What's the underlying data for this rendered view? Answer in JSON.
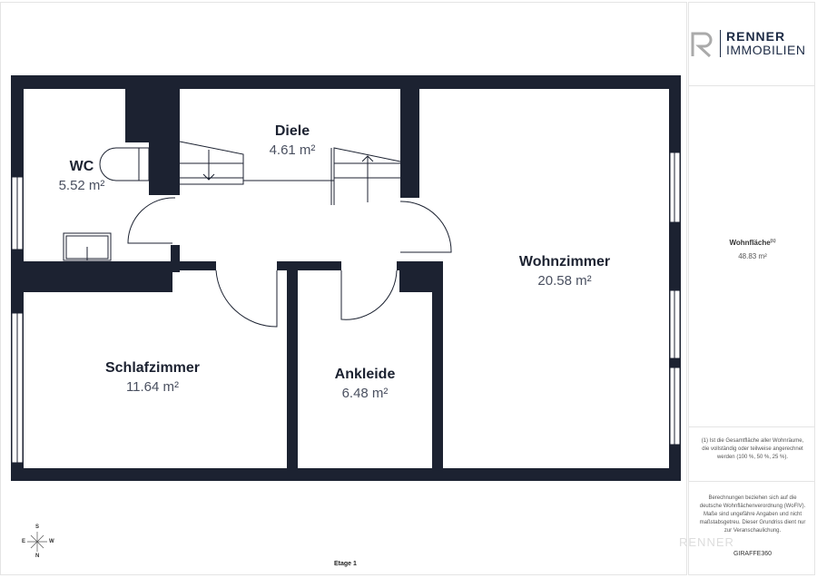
{
  "logo": {
    "line1": "RENNER",
    "line2": "IMMOBILIEN"
  },
  "summary": {
    "label": "Wohnfläche",
    "footnote_mark": "(1)",
    "value": "48.83 m²"
  },
  "notes": {
    "footnote": "(1) Ist die Gesamtfläche aller Wohnräume, die vollständig oder teilweise angerechnet werden (100 %, 50 %, 25 %).",
    "disclaimer": "Berechnungen beziehen sich auf die deutsche Wohnflächenverordnung (WoFlV). Maße sind ungefähre Angaben und nicht maßstabsgetreu. Dieser Grundriss dient nur zur Veranschaulichung.",
    "credit": "GIRAFFE360"
  },
  "rooms": [
    {
      "name": "Diele",
      "area": "4.61 m²"
    },
    {
      "name": "WC",
      "area": "5.52 m²"
    },
    {
      "name": "Wohnzimmer",
      "area": "20.58 m²"
    },
    {
      "name": "Schlafzimmer",
      "area": "11.64 m²"
    },
    {
      "name": "Ankleide",
      "area": "6.48 m²"
    }
  ],
  "compass": {
    "top": "S",
    "left": "E",
    "right": "W",
    "bottom": "N"
  },
  "floor_label": "Etage 1",
  "colors": {
    "wall": "#1c2231",
    "brand": "#1d2b45"
  }
}
